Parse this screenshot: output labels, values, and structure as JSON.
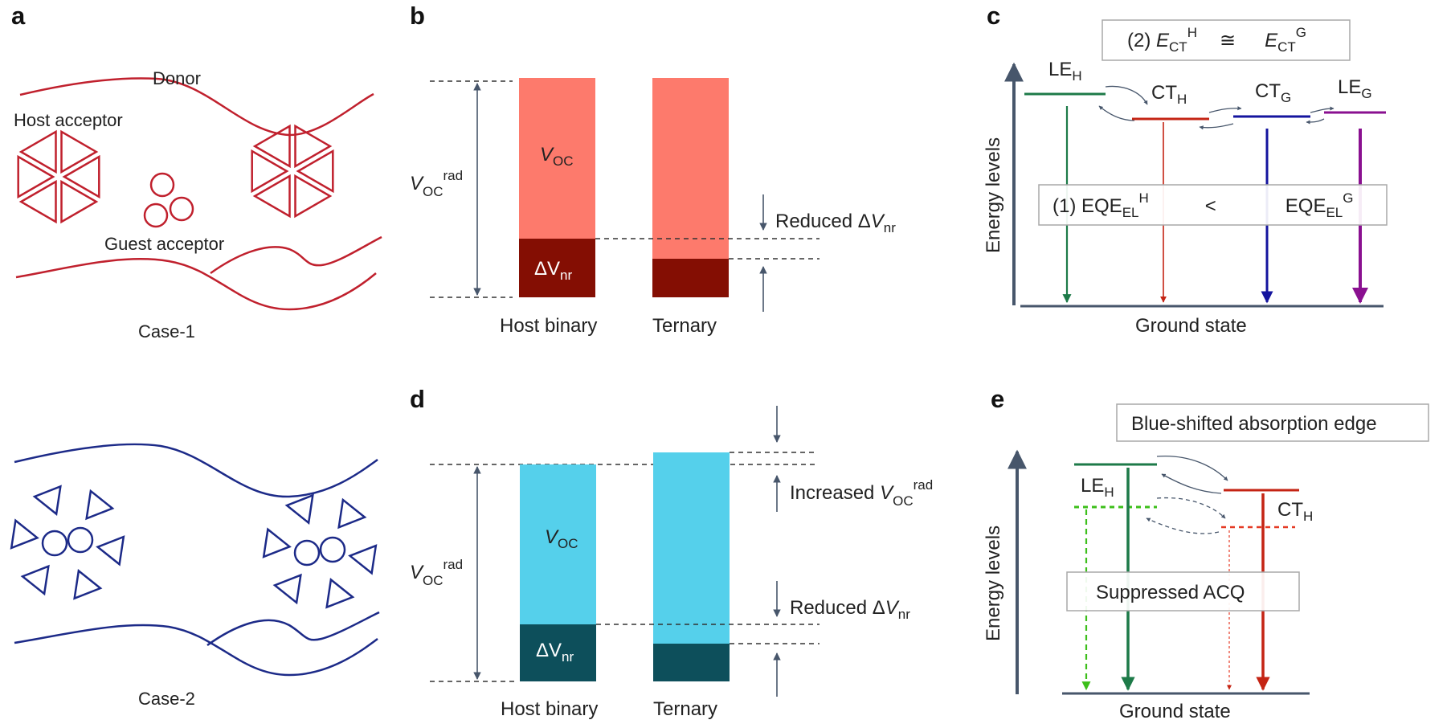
{
  "colors": {
    "red_line": "#c0202d",
    "navy_line": "#1c2a88",
    "salmon": "#fd7a6c",
    "dark_red": "#840e03",
    "cyan": "#55d0eb",
    "dark_teal": "#0d4f5b",
    "green": "#1d7a48",
    "red": "#c42414",
    "blue": "#14149e",
    "purple": "#8a1090",
    "light_green": "#3cbf1a",
    "axis": "#47566b"
  },
  "panel_a": {
    "letter": "a",
    "donor": "Donor",
    "host_acceptor": "Host acceptor",
    "guest_acceptor": "Guest acceptor",
    "case1": "Case-1",
    "case2": "Case-2"
  },
  "panel_b": {
    "letter": "b",
    "voc_rad_main": "V",
    "voc_rad_sub": "OC",
    "voc_rad_sup": "rad",
    "voc_main": "V",
    "voc_sub": "OC",
    "dvnr_main": "ΔV",
    "dvnr_sub": "nr",
    "reduced_prefix": "Reduced Δ",
    "reduced_v": "V",
    "reduced_sub": "nr",
    "host_binary": "Host binary",
    "ternary": "Ternary"
  },
  "panel_c": {
    "letter": "c",
    "box_top_label": "(2) ",
    "ect": "E",
    "ect_sub": "CT",
    "ect_sup_h": "H",
    "approx": "≅",
    "ect_sup_g": "G",
    "box_mid_label": "(1) EQE",
    "eqe": "EQE",
    "eqe_sub": "EL",
    "eqe_sup_h": "H",
    "lt": "<",
    "eqe_sup_g": "G",
    "le": "LE",
    "le_sub_h": "H",
    "le_sub_g": "G",
    "ct": "CT",
    "ct_sub_h": "H",
    "ct_sub_g": "G",
    "ylabel": "Energy levels",
    "ground": "Ground state"
  },
  "panel_d": {
    "letter": "d",
    "increased_prefix": "Increased ",
    "increased_v": "V",
    "increased_sub": "OC",
    "increased_sup": "rad"
  },
  "panel_e": {
    "letter": "e",
    "blue_shift": "Blue-shifted absorption edge",
    "suppressed": "Suppressed ACQ",
    "le": "LE",
    "le_sub": "H",
    "ct": "CT",
    "ct_sub": "H",
    "ylabel": "Energy levels",
    "ground": "Ground state"
  }
}
